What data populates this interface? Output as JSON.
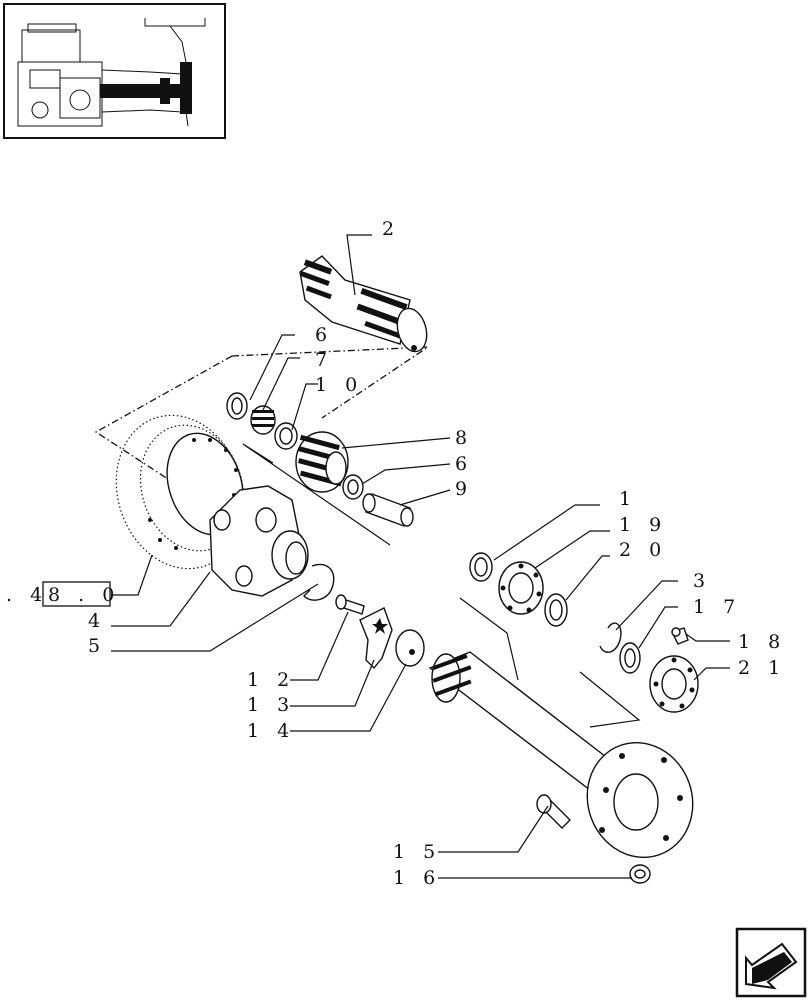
{
  "callouts": [
    {
      "id": "2",
      "text": "2"
    },
    {
      "id": "6a",
      "text": "6"
    },
    {
      "id": "7",
      "text": "7"
    },
    {
      "id": "10",
      "text": "1 0"
    },
    {
      "id": "8",
      "text": "8"
    },
    {
      "id": "6b",
      "text": "6"
    },
    {
      "id": "9",
      "text": "9"
    },
    {
      "id": "1",
      "text": "1"
    },
    {
      "id": "19",
      "text": "1 9"
    },
    {
      "id": "20",
      "text": "2 0"
    },
    {
      "id": "3",
      "text": "3"
    },
    {
      "id": "17",
      "text": "1 7"
    },
    {
      "id": "18",
      "text": "1 8"
    },
    {
      "id": "21",
      "text": "2 1"
    },
    {
      "id": "ref",
      "prefix": ".  4",
      "boxed": "8 . 0"
    },
    {
      "id": "4",
      "text": "4"
    },
    {
      "id": "5",
      "text": "5"
    },
    {
      "id": "12",
      "text": "1 2"
    },
    {
      "id": "13",
      "text": "1 3"
    },
    {
      "id": "14",
      "text": "1 4"
    },
    {
      "id": "15",
      "text": "1 5"
    },
    {
      "id": "16",
      "text": "1 6"
    }
  ],
  "icons": {
    "thumbnail": "assembly-overview-thumbnail",
    "nav": "next-page-arrow-icon"
  }
}
